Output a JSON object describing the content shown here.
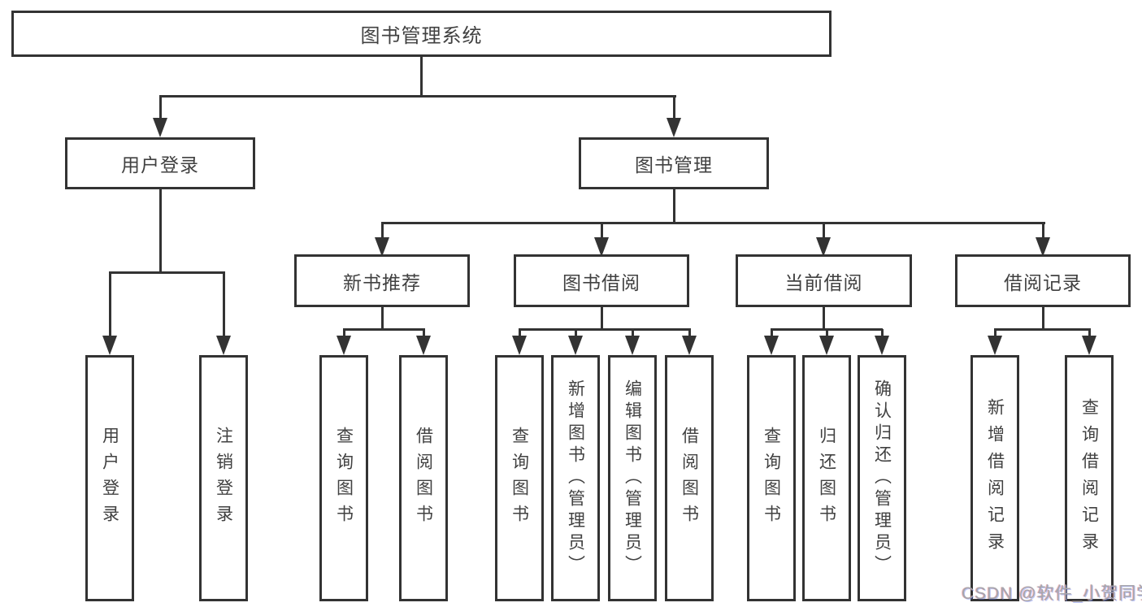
{
  "diagram": {
    "root": {
      "label": "图书管理系统"
    },
    "branches": [
      {
        "label": "用户登录",
        "leaves": [
          {
            "label": "用户登录"
          },
          {
            "label": "注销登录"
          }
        ]
      },
      {
        "label": "图书管理",
        "sections": [
          {
            "label": "新书推荐",
            "leaves": [
              {
                "label": "查询图书"
              },
              {
                "label": "借阅图书"
              }
            ]
          },
          {
            "label": "图书借阅",
            "leaves": [
              {
                "label": "查询图书"
              },
              {
                "label": "新增图书（管理员）"
              },
              {
                "label": "编辑图书（管理员）"
              },
              {
                "label": "借阅图书"
              }
            ]
          },
          {
            "label": "当前借阅",
            "leaves": [
              {
                "label": "查询图书"
              },
              {
                "label": "归还图书"
              },
              {
                "label": "确认归还（管理员）"
              }
            ]
          },
          {
            "label": "借阅记录",
            "leaves": [
              {
                "label": "新增借阅记录"
              },
              {
                "label": "查询借阅记录"
              }
            ]
          }
        ]
      }
    ]
  },
  "watermark": {
    "text": "CSDN @软件_小贺同学"
  },
  "colors": {
    "line": "#333333",
    "box_border": "#333333",
    "text": "#414141",
    "background": "#ffffff",
    "watermark": "#a6a6ac"
  }
}
